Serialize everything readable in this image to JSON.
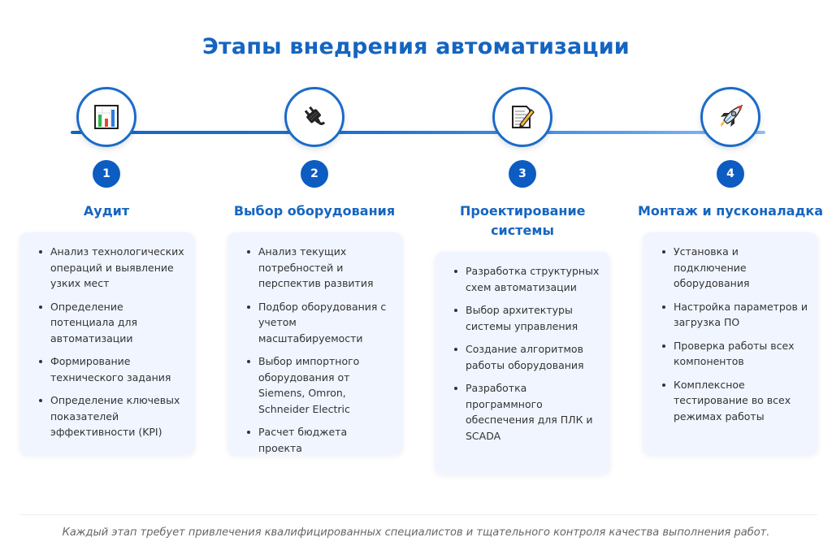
{
  "title": "Этапы внедрения автоматизации",
  "colors": {
    "accent": "#1565c0",
    "badge": "#0d5cc2",
    "card_bg": "#f0f5ff",
    "line_start": "#1565c0",
    "line_end": "#90bff5"
  },
  "steps": [
    {
      "number": "1",
      "icon": "bar-chart-icon",
      "title": "Аудит",
      "items": [
        "Анализ технологических операций и выявление узких мест",
        "Определение потенциала для автоматизации",
        "Формирование технического задания",
        "Определение ключевых показателей эффективности (KPI)"
      ]
    },
    {
      "number": "2",
      "icon": "electric-plug-icon",
      "title": "Выбор оборудования",
      "items": [
        "Анализ текущих потребностей и перспектив развития",
        "Подбор оборудования с учетом масштабируемости",
        "Выбор импортного оборудования от Siemens, Omron, Schneider Electric",
        "Расчет бюджета проекта"
      ]
    },
    {
      "number": "3",
      "icon": "memo-icon",
      "title": "Проектирование системы",
      "items": [
        "Разработка структурных схем автоматизации",
        "Выбор архитектуры системы управления",
        "Создание алгоритмов работы оборудования",
        "Разработка программного обеспечения для ПЛК и SCADA"
      ]
    },
    {
      "number": "4",
      "icon": "rocket-icon",
      "title": "Монтаж и пусконаладка",
      "items": [
        "Установка и подключение оборудования",
        "Настройка параметров и загрузка ПО",
        "Проверка работы всех компонентов",
        "Комплексное тестирование во всех режимах работы"
      ]
    }
  ],
  "footer": "Каждый этап требует привлечения квалифицированных специалистов и тщательного контроля качества выполнения работ."
}
